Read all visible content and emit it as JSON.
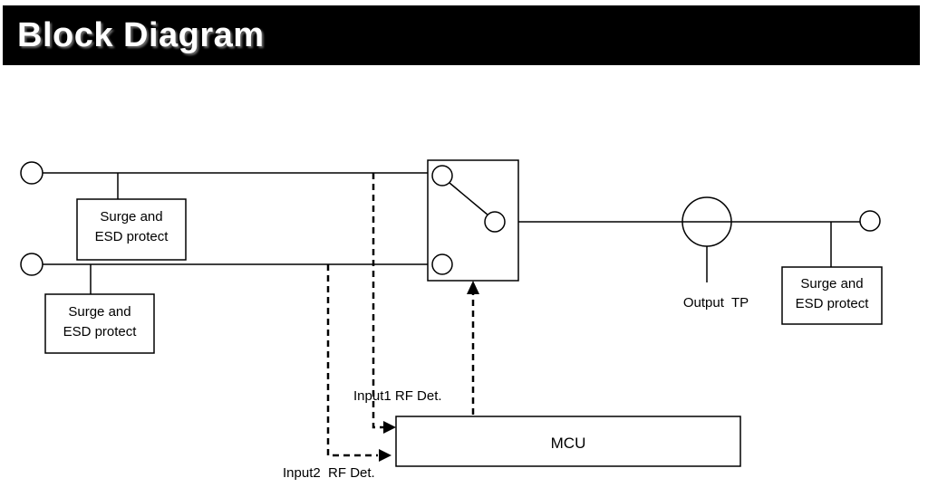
{
  "header": {
    "title": "Block Diagram"
  },
  "labels": {
    "surge_esd_line1": "Surge and",
    "surge_esd_line2": "ESD protect",
    "output_tp": "Output  TP",
    "mcu": "MCU",
    "input1_rf_det": "Input1 RF Det.",
    "input2_rf_det": "Input2  RF Det."
  },
  "colors": {
    "line": "#000000",
    "background": "#ffffff",
    "header_bg": "#000000",
    "header_text": "#ffffff"
  }
}
